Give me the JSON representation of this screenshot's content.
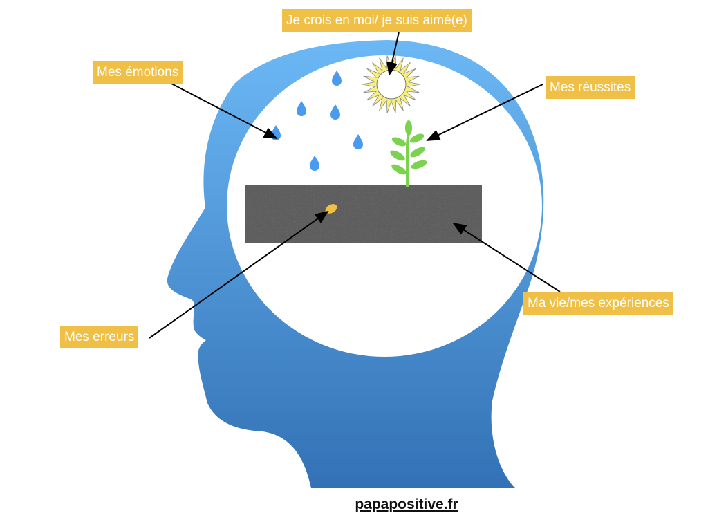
{
  "labels": {
    "self_belief": "Je crois en moi/ je suis aimé(e)",
    "emotions": "Mes émotions",
    "successes": "Mes réussites",
    "life": "Ma vie/mes expériences",
    "mistakes": "Mes erreurs"
  },
  "footer": "papapositive.fr",
  "colors": {
    "label_bg": "#f0bf45",
    "head_top": "#6cb8f5",
    "head_bottom": "#3271b5",
    "drop": "#4a9af0",
    "sun": "#f8ef7a",
    "plant": "#7bd24f",
    "soil": "#5a5a5a",
    "seed": "#f0bf45"
  }
}
